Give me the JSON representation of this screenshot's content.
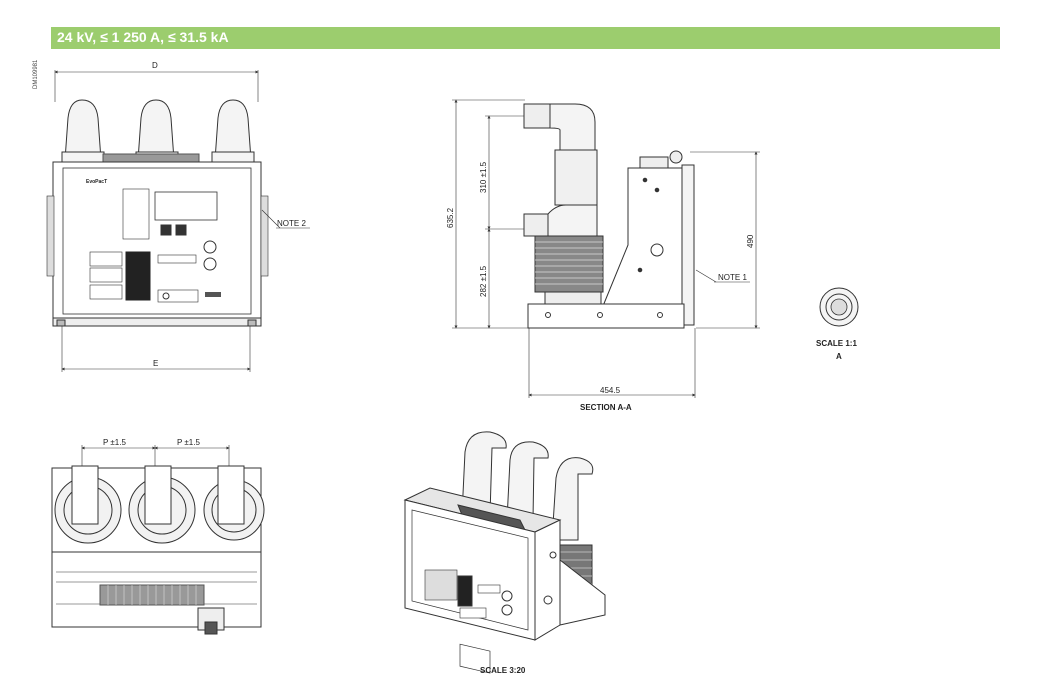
{
  "header": {
    "title": "24 kV, ≤ 1 250 A, ≤ 31.5 kA"
  },
  "doc_id": "DM109981",
  "front_view": {
    "dim_top": "D",
    "dim_bottom": "E",
    "note": "NOTE 2",
    "panel_brand": "EvoPacT"
  },
  "section_view": {
    "dim_total_height": "635.2",
    "dim_upper": "310 ±1.5",
    "dim_lower": "282 ±1.5",
    "dim_right_height": "490",
    "dim_width": "454.5",
    "note": "NOTE 1",
    "caption": "SECTION A-A"
  },
  "detail_a": {
    "scale": "SCALE 1:1",
    "label": "A"
  },
  "top_view": {
    "pitch_left": "P ±1.5",
    "pitch_right": "P ±1.5"
  },
  "iso_view": {
    "scale": "SCALE 3:20"
  }
}
